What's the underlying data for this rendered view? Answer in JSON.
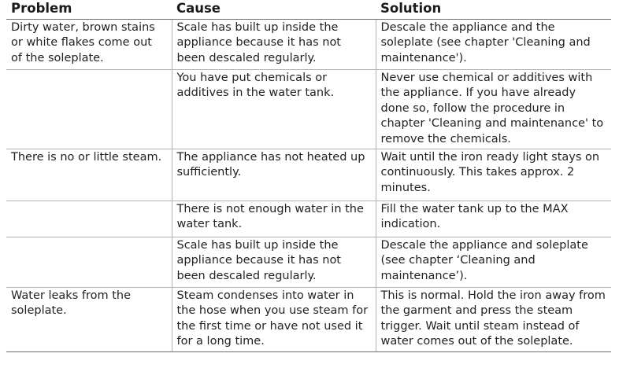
{
  "headers": {
    "problem": "Problem",
    "cause": "Cause",
    "solution": "Solution"
  },
  "rows": [
    {
      "problem": "Dirty water, brown stains or white flakes come out of the soleplate.",
      "cause": "Scale has built up inside the appliance because it has not been descaled regularly.",
      "solution": "Descale the appliance and the soleplate (see chapter 'Cleaning and maintenance')."
    },
    {
      "problem": "",
      "cause": "You have put chemicals or additives in the water tank.",
      "solution": "Never use chemical or additives with the appliance. If you have already done so, follow the procedure in chapter 'Cleaning and maintenance' to remove the chemicals."
    },
    {
      "problem": "There is no or little steam.",
      "cause": "The appliance has not heated up sufficiently.",
      "solution": "Wait until the iron ready light stays on continuously. This takes approx. 2 minutes."
    },
    {
      "problem": "",
      "cause": "There is not enough water in the water tank.",
      "solution": "Fill the water tank up to the MAX indication."
    },
    {
      "problem": "",
      "cause": "Scale has built up inside the appliance because it has not been descaled regularly.",
      "solution": "Descale the appliance and soleplate (see chapter ‘Cleaning and maintenance’)."
    },
    {
      "problem": "Water leaks from the soleplate.",
      "cause": "Steam condenses into water in the hose when you use steam for the first time or have not used it for a long time.",
      "solution": "This is normal. Hold the iron away from the garment and press the steam trigger. Wait until steam instead of water comes out of the soleplate."
    }
  ]
}
